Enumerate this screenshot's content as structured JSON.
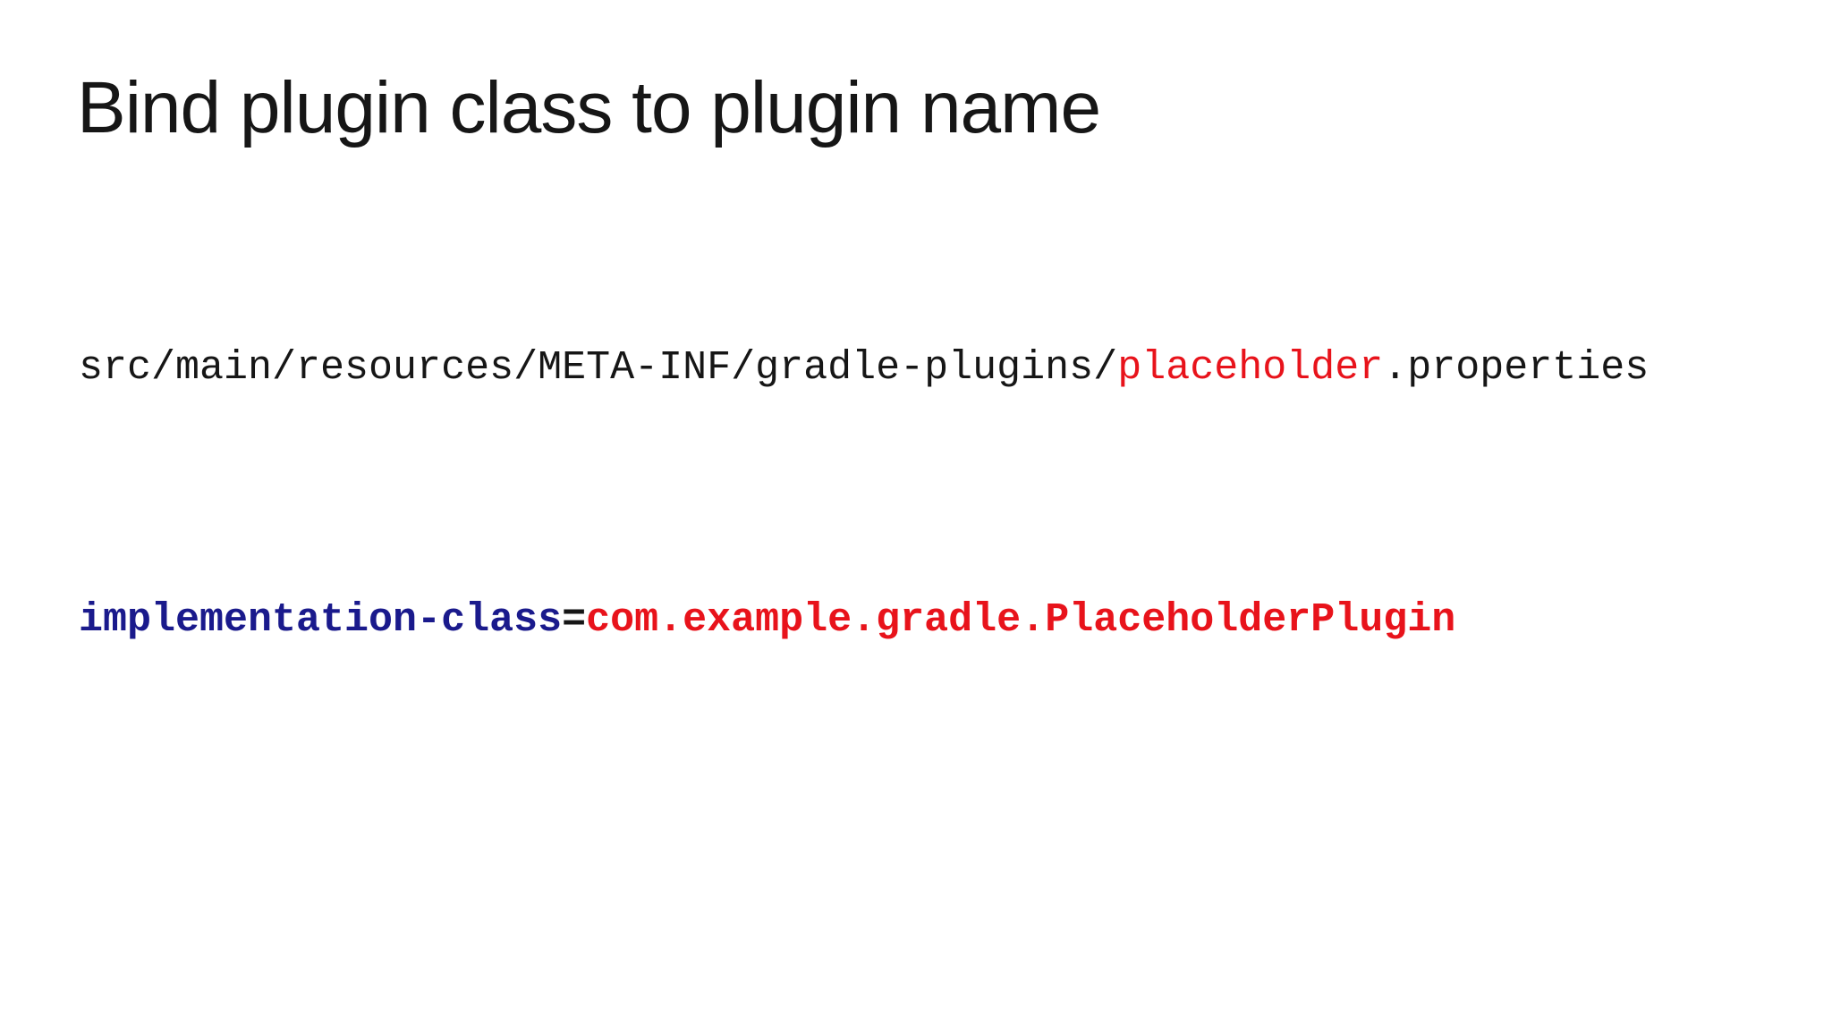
{
  "slide": {
    "title": "Bind plugin class to plugin name",
    "file_path": {
      "prefix": "src/main/resources/META-INF/gradle-plugins/",
      "highlight": "placeholder",
      "suffix": ".properties"
    },
    "properties_line": {
      "key": "implementation-class",
      "equals": "=",
      "value": "com.example.gradle.PlaceholderPlugin"
    },
    "colors": {
      "text": "#161616",
      "highlight_red": "#e8131b",
      "key_navy": "#1a1a8c",
      "background": "#ffffff"
    }
  }
}
